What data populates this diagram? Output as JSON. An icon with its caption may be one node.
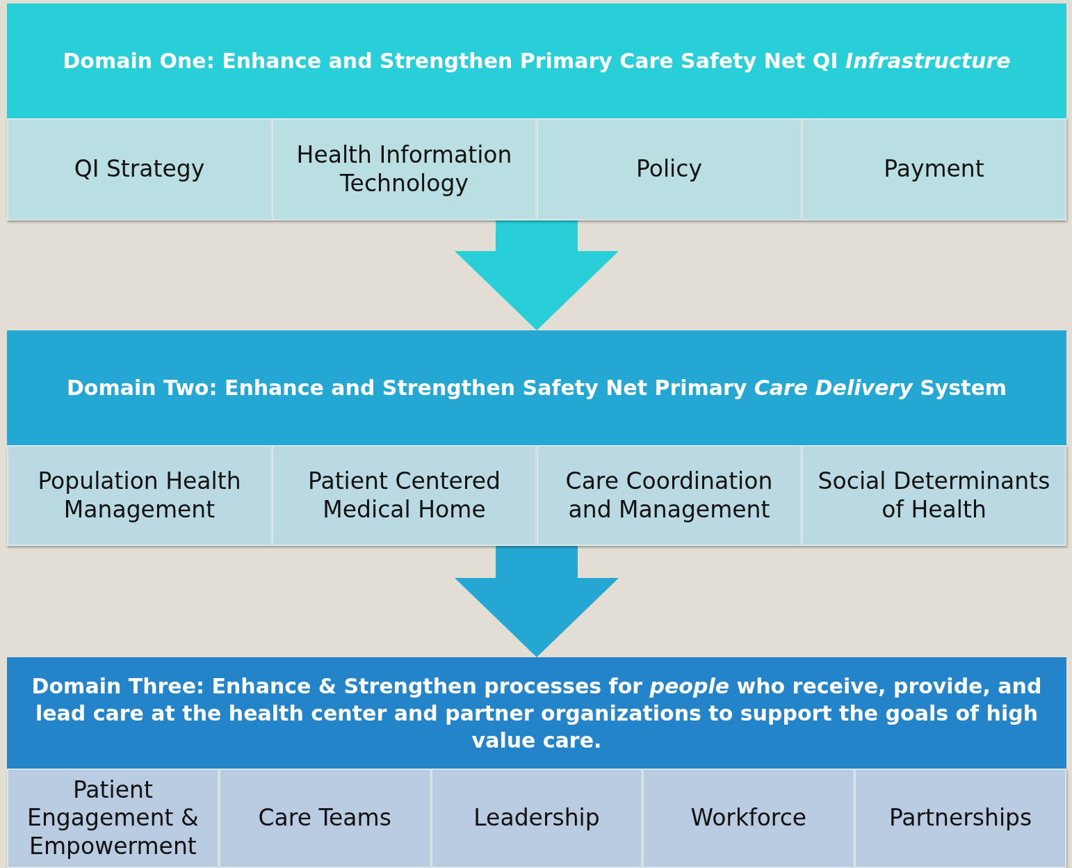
{
  "diagram": {
    "nodes": [
      {
        "text": [
          "Domain One: Enhance and Strengthen Primary Care Safety Net QI *Infrastructure*"
        ]
      },
      {
        "text": [
          "QI Strategy"
        ],
        "in": 0
      },
      {
        "text": [
          "Health Information Technology"
        ],
        "in": 0
      },
      {
        "text": [
          "Policy"
        ],
        "in": 0
      },
      {
        "text": [
          "Payment"
        ],
        "in": 0
      },
      {
        "text": [
          "Domain Two: Enhance and Strengthen Safety Net Primary *Care Delivery* System"
        ]
      },
      {
        "text": [
          "Population Health Management"
        ],
        "in": 5
      },
      {
        "text": [
          "Patient Centered Medical Home"
        ],
        "in": 5
      },
      {
        "text": [
          "Care Coordination and Management"
        ],
        "in": 5
      },
      {
        "text": [
          "Social Determinants of Health"
        ],
        "in": 5
      },
      {
        "text": [
          "Domain Three: Enhance & Strengthen processes for *people* who receive, provide, and lead care at the health center and partner organizations to support the goals of high value care."
        ]
      },
      {
        "text": [
          "Patient Engagement & Empowerment"
        ],
        "in": 10
      },
      {
        "text": [
          "Care Teams"
        ],
        "in": 10
      },
      {
        "text": [
          "Leadership"
        ],
        "in": 10
      },
      {
        "text": [
          "Workforce"
        ],
        "in": 10
      },
      {
        "text": [
          "Partnerships"
        ],
        "in": 10
      }
    ],
    "edges": [
      {
        "from": 0,
        "to": 5,
        "arrow": "to"
      },
      {
        "from": 5,
        "to": 10,
        "arrow": "to"
      }
    ]
  }
}
